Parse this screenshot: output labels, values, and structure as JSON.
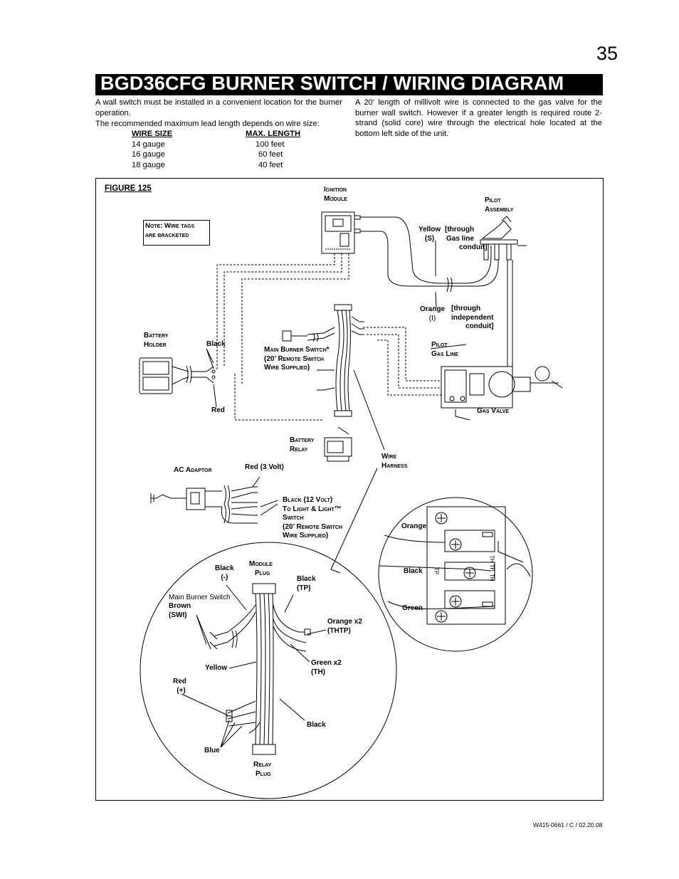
{
  "page_number": "35",
  "title": "BGD36CFG BURNER SWITCH / WIRING DIAGRAM",
  "intro": {
    "left_paragraph_1": "A wall switch must be installed in a convenient location for the burner operation.",
    "left_paragraph_2": "The recommended maximum lead length depends on wire size:",
    "right_paragraph": "A 20’ length of millivolt wire is connected to the gas valve for the burner wall switch. However if a greater length is required route 2-strand (solid core) wire through the electrical hole located at the bottom left side of the unit."
  },
  "wire_table": {
    "headers": [
      "WIRE SIZE",
      "MAX. LENGTH"
    ],
    "rows": [
      [
        "14 gauge",
        "100 feet"
      ],
      [
        "16 gauge",
        "60 feet"
      ],
      [
        "18 gauge",
        "40 feet"
      ]
    ]
  },
  "figure": {
    "label": "FIGURE 125",
    "note_line1": "Note: Wire tags",
    "note_line2": "are bracketed",
    "ignition_module": [
      "Ignition",
      "Module"
    ],
    "pilot_assembly": [
      "Pilot",
      "Assembly"
    ],
    "yellow_s": [
      "Yellow",
      "(S)"
    ],
    "through_gas_line": [
      "[through",
      "Gas line",
      "conduit]"
    ],
    "orange_i": [
      "Orange",
      "(I)"
    ],
    "through_independent": [
      "[through",
      "independent",
      "conduit]"
    ],
    "battery_holder": [
      "Battery",
      "Holder"
    ],
    "black": "Black",
    "main_burner_switch": [
      "Main Burner Switch*",
      "(20’ Remote Switch",
      "Wire Supplied)"
    ],
    "pilot_gas_line": [
      "Pilot",
      "Gas Line"
    ],
    "red": "Red",
    "gas_valve": "Gas Valve",
    "battery_relay": [
      "Battery",
      "Relay"
    ],
    "wire_harness": [
      "Wire",
      "Harness"
    ],
    "ac_adaptor": "AC Adaptor",
    "red_3_volt": "Red (3 Volt)",
    "black_12_volt": [
      "Black (12 Volt)",
      "To Light & Light™",
      "Switch",
      "(20’ Remote Switch",
      "Wire Supplied)"
    ],
    "detail_orange": "Orange",
    "detail_black": "Black",
    "detail_green": "Green",
    "terminal_tp": "TP",
    "terminal_th_tp": "TH TP",
    "terminal_th": "TH",
    "module_plug": [
      "Module",
      "Plug"
    ],
    "black_minus": [
      "Black",
      "(-)"
    ],
    "black_tp": [
      "Black",
      "(TP)"
    ],
    "main_burner_switch_small": "Main Burner Switch",
    "brown_swi": [
      "Brown",
      "(SWI)"
    ],
    "orange_x2": [
      "Orange x2",
      "(THTP)"
    ],
    "yellow": "Yellow",
    "green_x2": [
      "Green x2",
      "(TH)"
    ],
    "red_plus": [
      "Red",
      "(+)"
    ],
    "black_bottom": "Black",
    "blue": "Blue",
    "relay_plug": [
      "Relay",
      "Plug"
    ]
  },
  "footer": "W415-0661 / C / 02.20.08"
}
